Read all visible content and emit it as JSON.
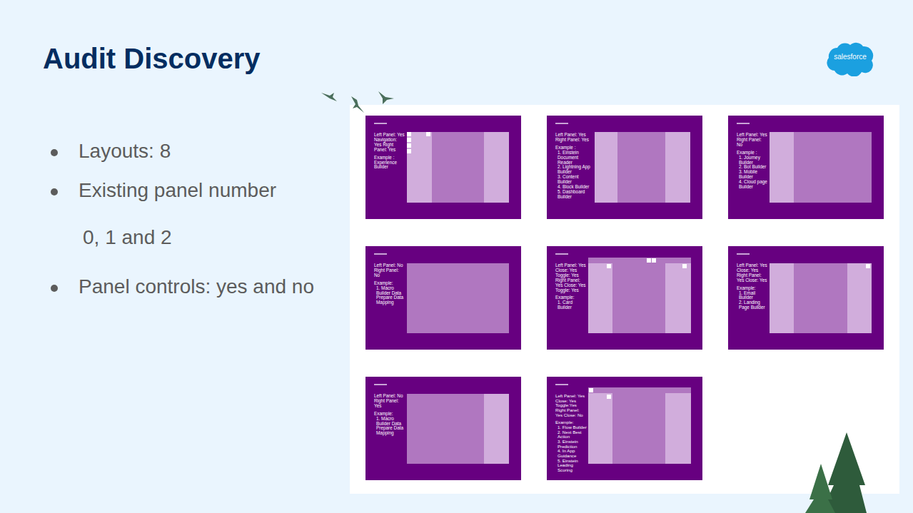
{
  "diagram": {
    "title": "Audit Discovery",
    "nodes": [
      {
        "text": [
          "salesforce"
        ]
      },
      {
        "text": [
          "Left Panel: Yes Navigation: Yes Right Panel: Yes",
          "Example : Experience Builder"
        ]
      },
      {
        "text": [
          "Left Panel: Yes Right Panel: Yes",
          "Example :",
          "1. Einstein Document Reader",
          "2. Lightning App Builder",
          "3. Content Builder",
          "4. Block Builder",
          "5. Dashboard Builder"
        ]
      },
      {
        "text": [
          "Left Panel: Yes Right Panel: No",
          "Example :",
          "1. Journey Builder",
          "2. Bot Builder",
          "3. Mobile Builder",
          "4. Cloud page Builder"
        ]
      },
      {
        "text": [
          "Left Panel: No Right Panel: No",
          "Example:",
          "1. Macro Builder Data Prepare Data Mapping"
        ]
      },
      {
        "text": [
          "Left Panel: Yes Close: Yes Toggle: Yes Right Panel: Yes Close: Yes Toggle: Yes",
          "Example:",
          "1. Card Builder"
        ]
      },
      {
        "text": [
          "Left Panel: Yes Close: Yes Right Panel: Yes Close: Yes",
          "Example:",
          "1. Email Builder",
          "2. Landing Page Builder"
        ]
      },
      {
        "text": [
          "Left Panel: No Right Panel: Yes",
          "Example:",
          "1. Macro Builder Data Prepare Data Mapping"
        ]
      },
      {
        "text": [
          "Left Panel: Yes Close: Yes Toggle:Yes Right Panel: Yes Close: No",
          "Example:",
          "1. Flow Builder",
          "2. Next Best Action",
          "3. Einstein Prediction",
          "4. In App Guidance",
          "5. Einstein Leading Scoring"
        ]
      }
    ],
    "labels": [
      "Layouts: 8",
      "Existing panel number",
      "0, 1 and 2",
      "Panel controls: yes and no"
    ]
  }
}
